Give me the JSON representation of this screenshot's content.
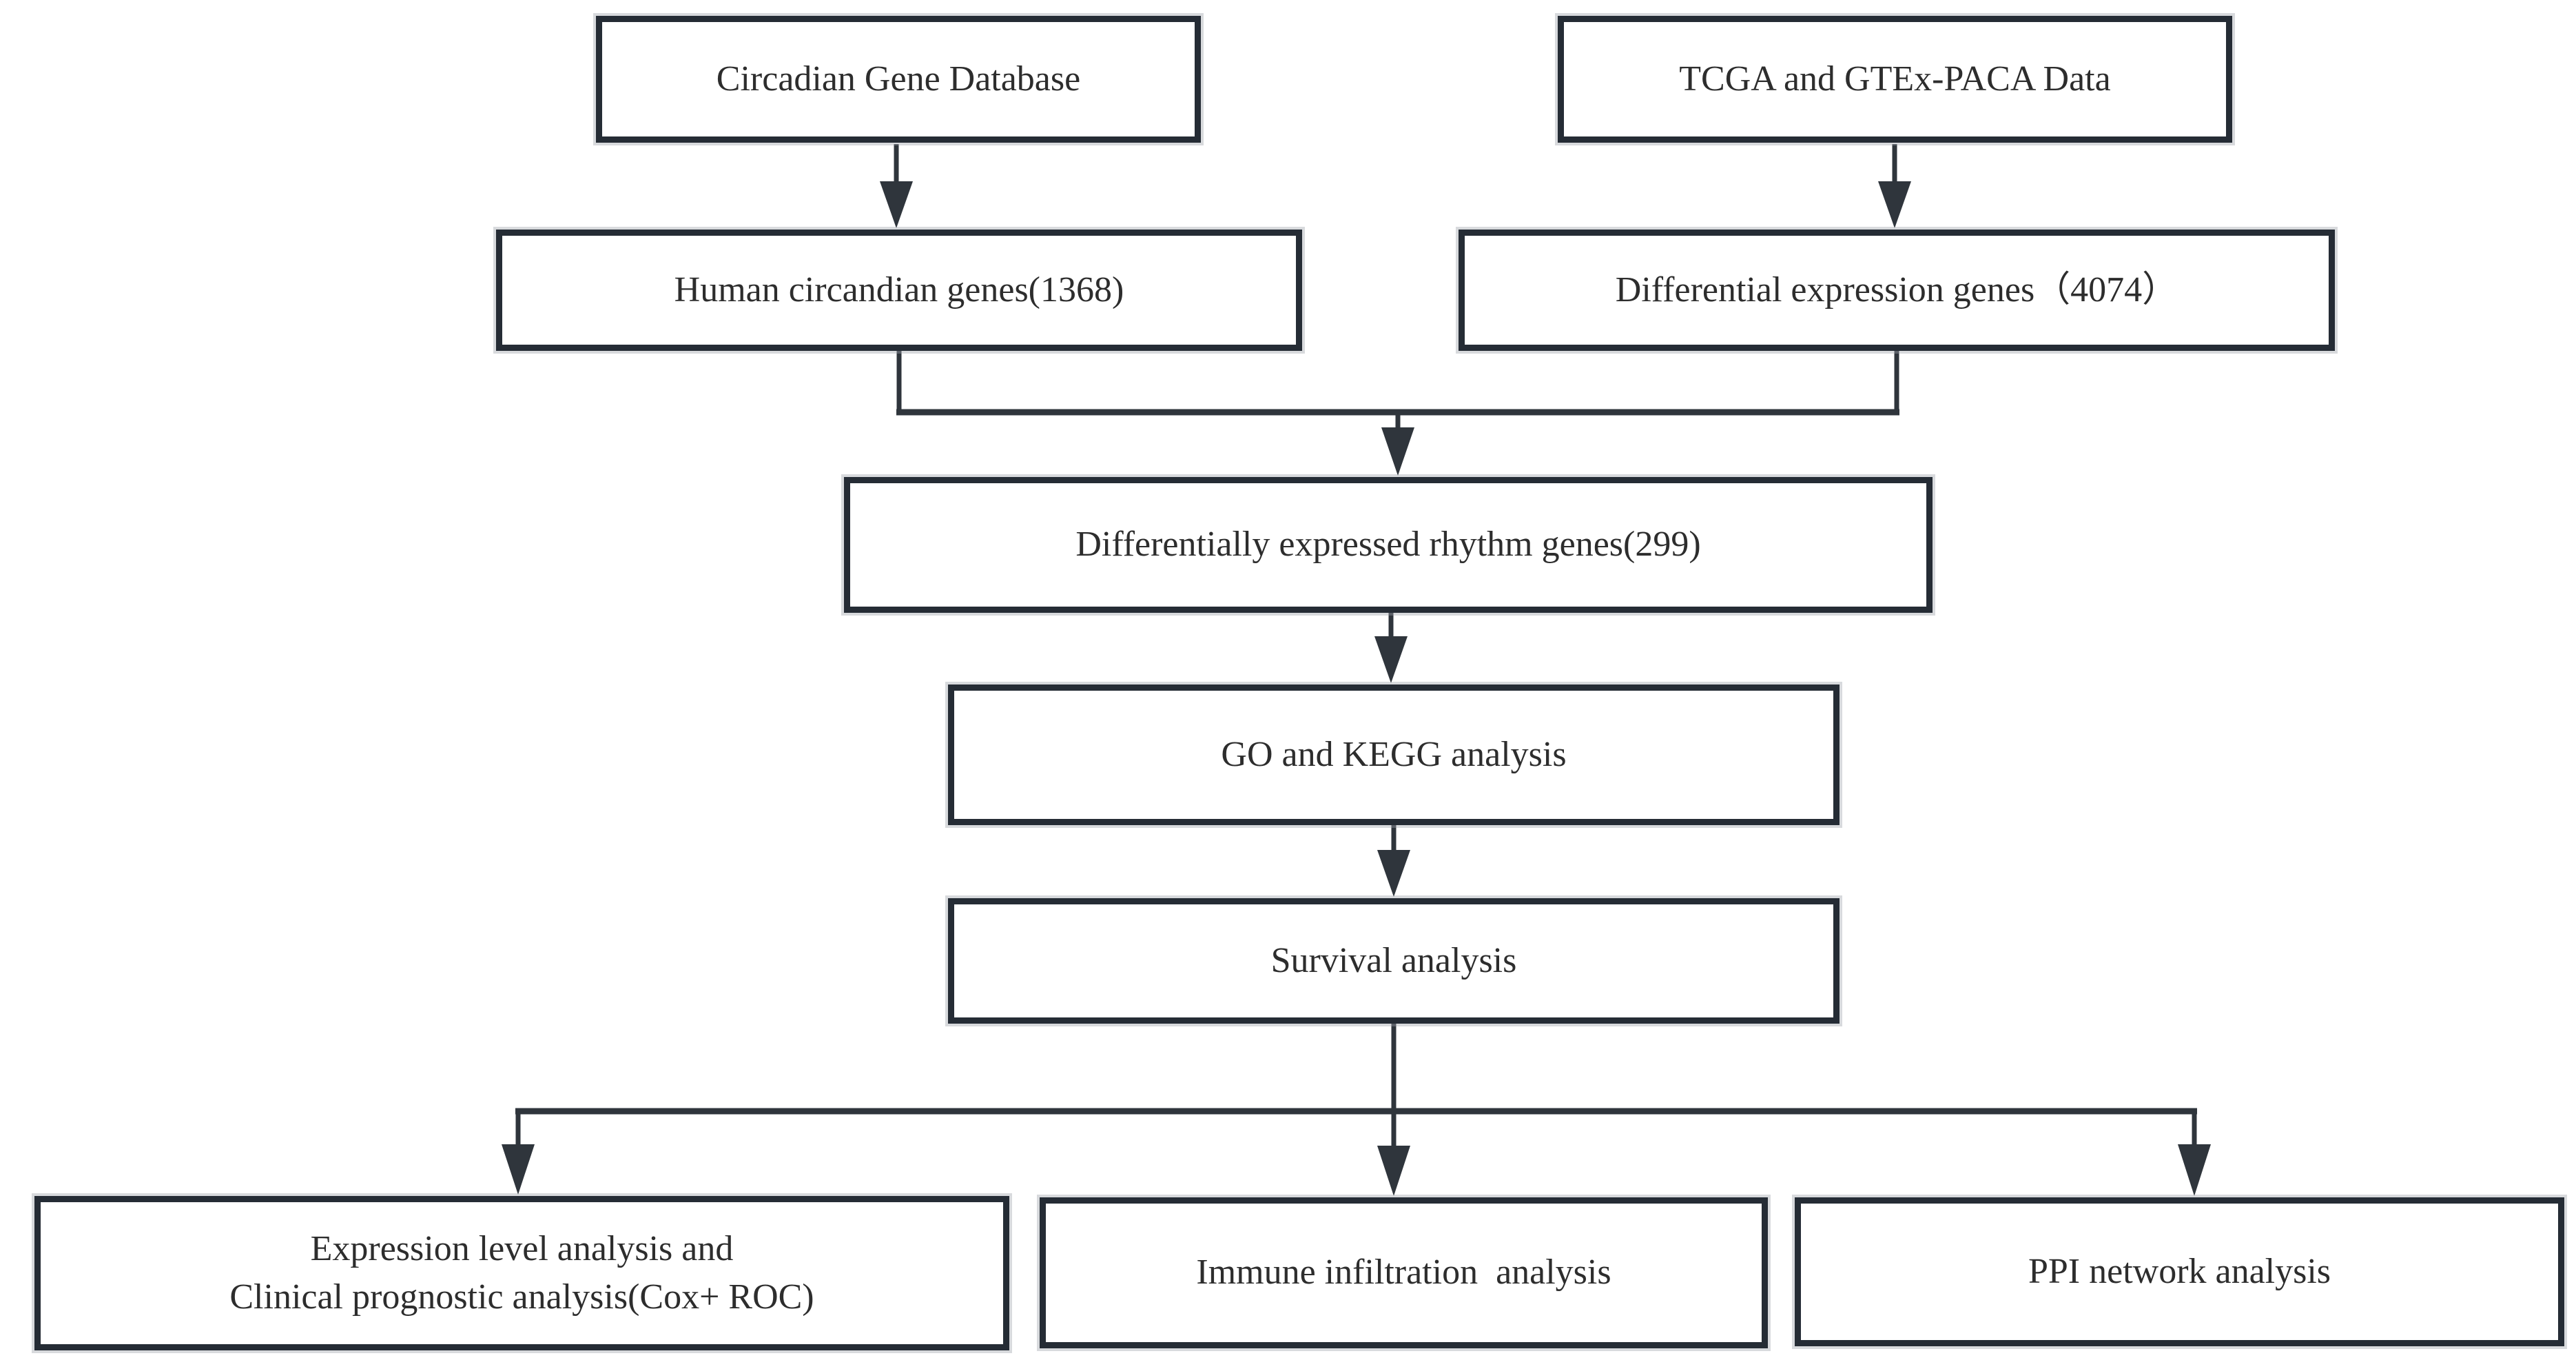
{
  "diagram": {
    "background": "#ffffff",
    "border_color": "#252c35",
    "line_color": "#2f353c",
    "text_color": "#2d2d2d"
  },
  "nodes": {
    "circadian_db": {
      "label": "Circadian Gene Database"
    },
    "tcga_gtex": {
      "label": "TCGA and GTEx-PACA Data"
    },
    "human_circadian": {
      "label": "Human circandian genes(1368)"
    },
    "diff_expression": {
      "label": "Differential expression genes（4074）"
    },
    "diff_rhythm": {
      "label": "Differentially expressed rhythm genes(299)"
    },
    "go_kegg": {
      "label": "GO and KEGG analysis"
    },
    "survival": {
      "label": "Survival analysis"
    },
    "expression_clinical": {
      "label": "Expression level analysis and\nClinical prognostic analysis(Cox+ ROC)"
    },
    "immune_infiltration": {
      "label": "Immune infiltration  analysis"
    },
    "ppi_network": {
      "label": "PPI network analysis"
    }
  }
}
